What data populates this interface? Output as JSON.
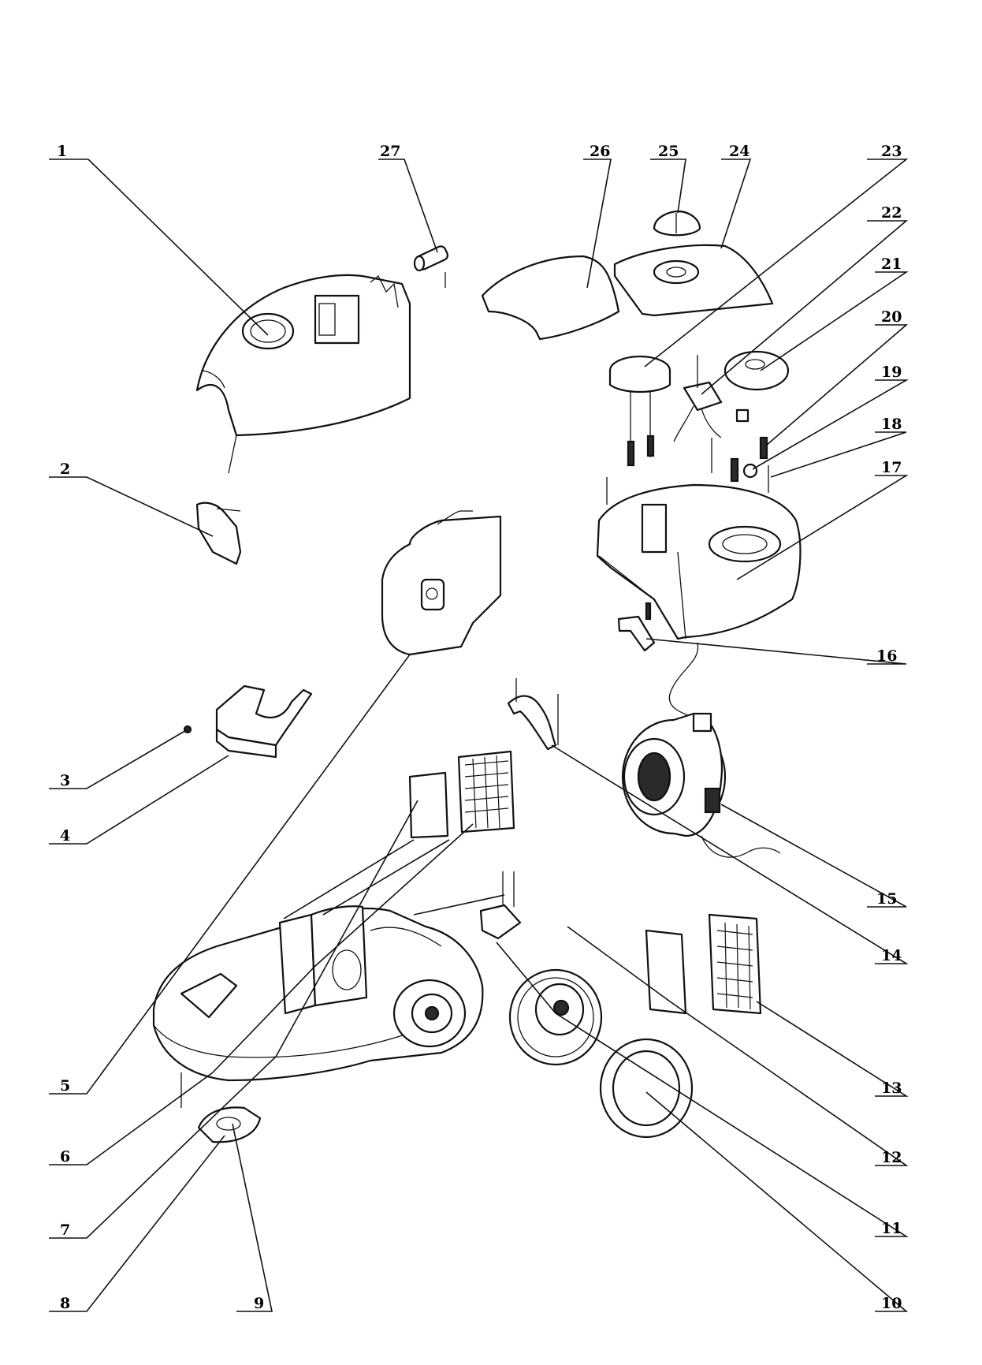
{
  "diagram": {
    "callouts": [
      {
        "id": "1",
        "label": "1"
      },
      {
        "id": "2",
        "label": "2"
      },
      {
        "id": "3",
        "label": "3"
      },
      {
        "id": "4",
        "label": "4"
      },
      {
        "id": "5",
        "label": "5"
      },
      {
        "id": "6",
        "label": "6"
      },
      {
        "id": "7",
        "label": "7"
      },
      {
        "id": "8",
        "label": "8"
      },
      {
        "id": "9",
        "label": "9"
      },
      {
        "id": "10",
        "label": "10"
      },
      {
        "id": "11",
        "label": "11"
      },
      {
        "id": "12",
        "label": "12"
      },
      {
        "id": "13",
        "label": "13"
      },
      {
        "id": "14",
        "label": "14"
      },
      {
        "id": "15",
        "label": "15"
      },
      {
        "id": "16",
        "label": "16"
      },
      {
        "id": "17",
        "label": "17"
      },
      {
        "id": "18",
        "label": "18"
      },
      {
        "id": "19",
        "label": "19"
      },
      {
        "id": "20",
        "label": "20"
      },
      {
        "id": "21",
        "label": "21"
      },
      {
        "id": "22",
        "label": "22"
      },
      {
        "id": "23",
        "label": "23"
      },
      {
        "id": "24",
        "label": "24"
      },
      {
        "id": "25",
        "label": "25"
      },
      {
        "id": "26",
        "label": "26"
      },
      {
        "id": "27",
        "label": "27"
      }
    ]
  }
}
